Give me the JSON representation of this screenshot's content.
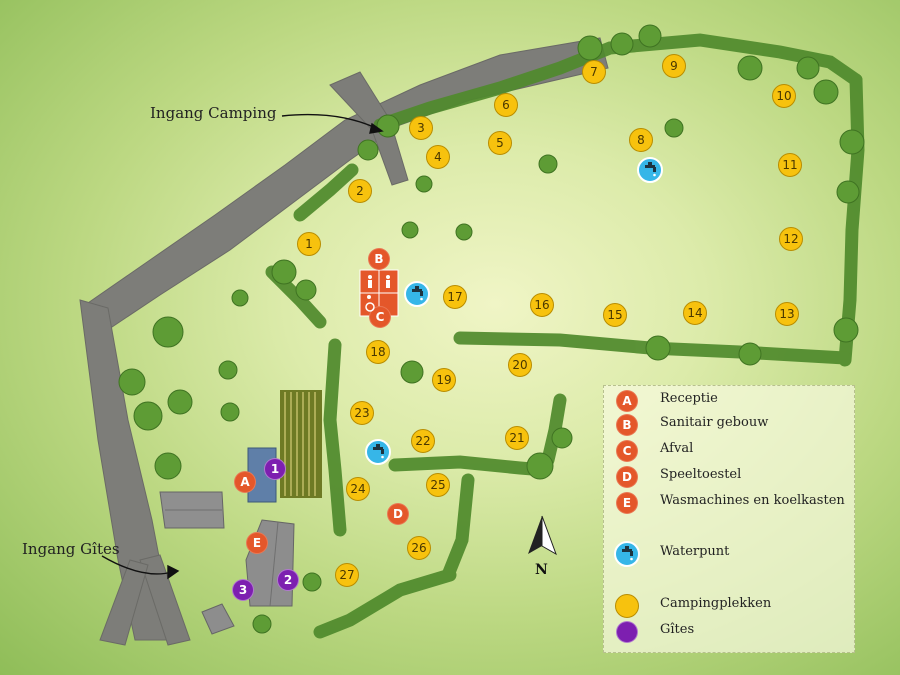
{
  "map": {
    "entrance_camping": "Ingang Camping",
    "entrance_gites": "Ingang Gîtes",
    "north": "N"
  },
  "pitches": [
    "1",
    "2",
    "3",
    "4",
    "5",
    "6",
    "7",
    "8",
    "9",
    "10",
    "11",
    "12",
    "13",
    "14",
    "15",
    "16",
    "17",
    "18",
    "19",
    "20",
    "21",
    "22",
    "23",
    "24",
    "25",
    "26",
    "27"
  ],
  "facilities": [
    "A",
    "B",
    "C",
    "D",
    "E"
  ],
  "gites": [
    "1",
    "2",
    "3"
  ],
  "legend": {
    "items": [
      {
        "marker": "A",
        "text": "Receptie"
      },
      {
        "marker": "B",
        "text": "Sanitair gebouw"
      },
      {
        "marker": "C",
        "text": "Afval"
      },
      {
        "marker": "D",
        "text": "Speeltoestel"
      },
      {
        "marker": "E",
        "text": "Wasmachines en koelkasten"
      }
    ],
    "waterpunt": "Waterpunt",
    "campingplekken": "Campingplekken",
    "gites": "Gîtes"
  },
  "colors": {
    "pitch": "#f7c20e",
    "facility": "#e4572a",
    "gite": "#7d1fb0",
    "water": "#36b6e8",
    "road": "#7c7c78",
    "hedge": "#4f8a2c"
  },
  "icons": [
    "water-tap-icon",
    "toilet-icon",
    "wheelchair-icon",
    "north-arrow-icon"
  ]
}
